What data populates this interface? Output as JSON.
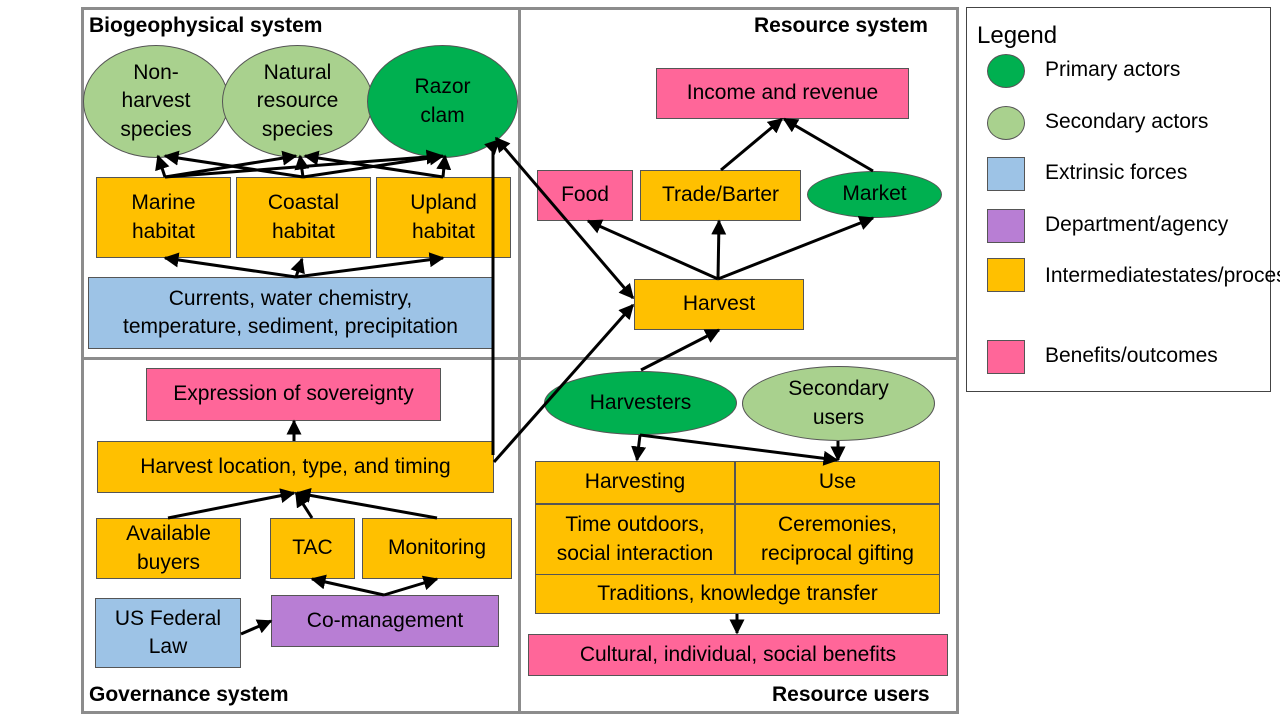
{
  "quadrants": {
    "biogeophysical": "Biogeophysical system",
    "resource_system": "Resource system",
    "governance": "Governance system",
    "resource_users": "Resource users"
  },
  "nodes": {
    "nonharvest": [
      "Non-",
      "harvest",
      "species"
    ],
    "natural_resource": [
      "Natural",
      "resource",
      "species"
    ],
    "razor_clam": [
      "Razor",
      "clam"
    ],
    "marine": [
      "Marine",
      "habitat"
    ],
    "coastal": [
      "Coastal",
      "habitat"
    ],
    "upland": [
      "Upland",
      "habitat"
    ],
    "currents": [
      "Currents, water chemistry,",
      "temperature, sediment, precipitation"
    ],
    "income": [
      "Income and revenue"
    ],
    "food": [
      "Food"
    ],
    "trade": [
      "Trade/Barter"
    ],
    "market": [
      "Market"
    ],
    "harvest": [
      "Harvest"
    ],
    "sovereignty": [
      "Expression of sovereignty"
    ],
    "harvest_location": [
      "Harvest location, type, and timing"
    ],
    "buyers": [
      "Available",
      "buyers"
    ],
    "tac": [
      "TAC"
    ],
    "monitoring": [
      "Monitoring"
    ],
    "federal_law": [
      "US Federal",
      "Law"
    ],
    "comanagement": [
      "Co-management"
    ],
    "harvesters": [
      "Harvesters"
    ],
    "secondary_users": [
      "Secondary",
      "users"
    ],
    "harvesting": [
      "Harvesting"
    ],
    "use": [
      "Use"
    ],
    "time_outdoors": [
      "Time outdoors,",
      "social interaction"
    ],
    "ceremonies": [
      "Ceremonies,",
      "reciprocal gifting"
    ],
    "traditions": [
      "Traditions, knowledge transfer"
    ],
    "cultural_benefits": [
      "Cultural, individual, social benefits"
    ]
  },
  "legend": {
    "title": "Legend",
    "items": [
      {
        "label": [
          "Primary actors"
        ],
        "color": "#00b050",
        "shape": "ellipse"
      },
      {
        "label": [
          "Secondary actors"
        ],
        "color": "#a9d18e",
        "shape": "ellipse"
      },
      {
        "label": [
          "Extrinsic forces"
        ],
        "color": "#9dc3e6",
        "shape": "rect"
      },
      {
        "label": [
          "Department/agency"
        ],
        "color": "#b87ed4",
        "shape": "rect"
      },
      {
        "label": [
          "Intermediate",
          "states/processes"
        ],
        "color": "#ffc000",
        "shape": "rect"
      },
      {
        "label": [
          "Benefits/outcomes"
        ],
        "color": "#ff6699",
        "shape": "rect"
      }
    ]
  }
}
